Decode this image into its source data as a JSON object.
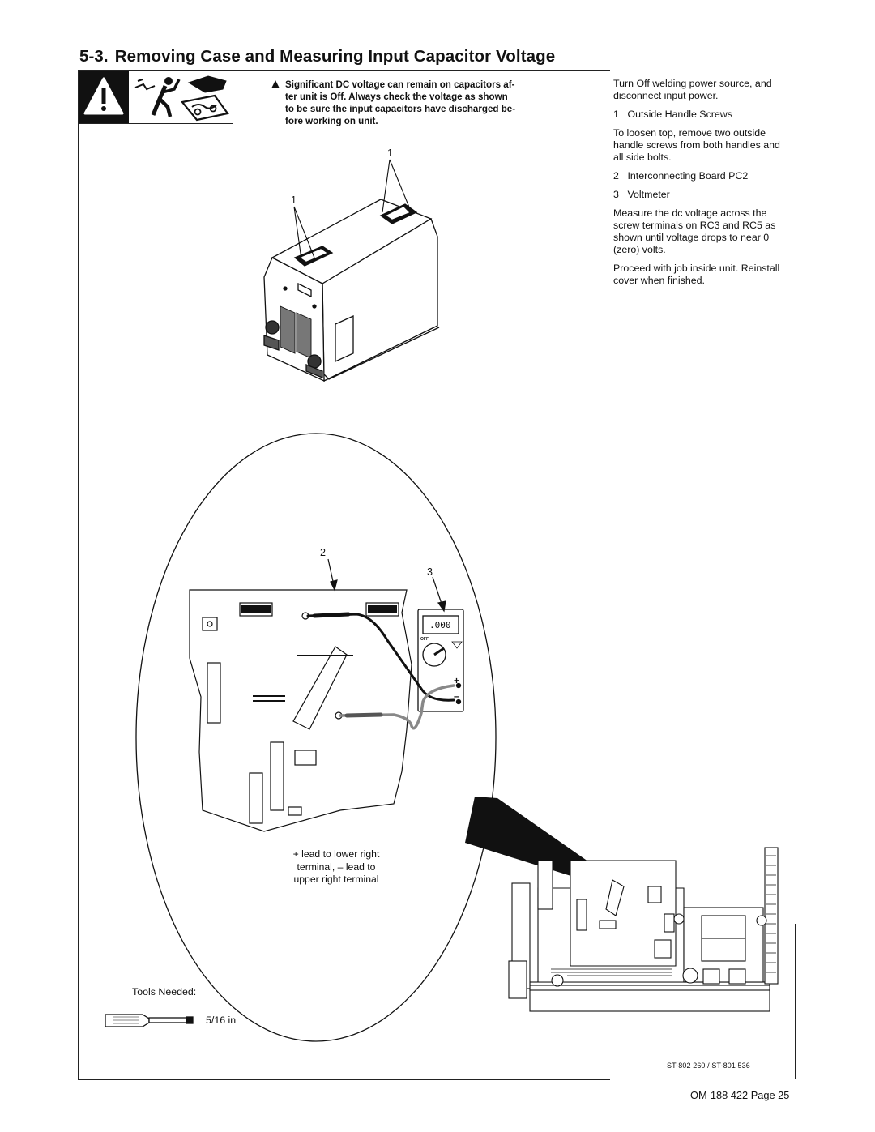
{
  "section": {
    "number": "5-3.",
    "title": "Removing Case and Measuring Input Capacitor Voltage"
  },
  "warning": {
    "text": "Significant DC voltage can remain on capacitors after unit is Off. Always check the voltage as shown to be sure the input capacitors have discharged before working on unit.",
    "lines": [
      "Significant DC voltage can remain on capacitors af-",
      "ter unit is Off. Always check the voltage as shown",
      "to be sure the input capacitors have discharged be-",
      "fore working on unit."
    ]
  },
  "instructions": {
    "intro": "Turn Off welding power source, and disconnect input power.",
    "items": [
      {
        "num": "1",
        "label": "Outside Handle Screws"
      },
      {
        "num": "2",
        "label": "Interconnecting Board PC2"
      },
      {
        "num": "3",
        "label": "Voltmeter"
      }
    ],
    "loosen": "To loosen top, remove two outside handle screws from both handles and all side bolts.",
    "measure": "Measure the dc voltage across the screw terminals on RC3 and RC5 as shown until voltage drops to near 0 (zero) volts.",
    "proceed": "Proceed with job inside unit. Reinstall cover when finished."
  },
  "callouts": {
    "c1": "1",
    "c2": "2",
    "c3": "3"
  },
  "meter": {
    "display": ".000",
    "off": "OFF",
    "plus": "+",
    "minus": "–"
  },
  "lead_note": {
    "line1": "+ lead to lower right",
    "line2": "terminal, – lead to",
    "line3": "upper right terminal"
  },
  "tools": {
    "label": "Tools Needed:",
    "size": "5/16 in"
  },
  "figure_ref": "ST-802 260 / ST-801 536",
  "footer": "OM-188 422 Page 25"
}
